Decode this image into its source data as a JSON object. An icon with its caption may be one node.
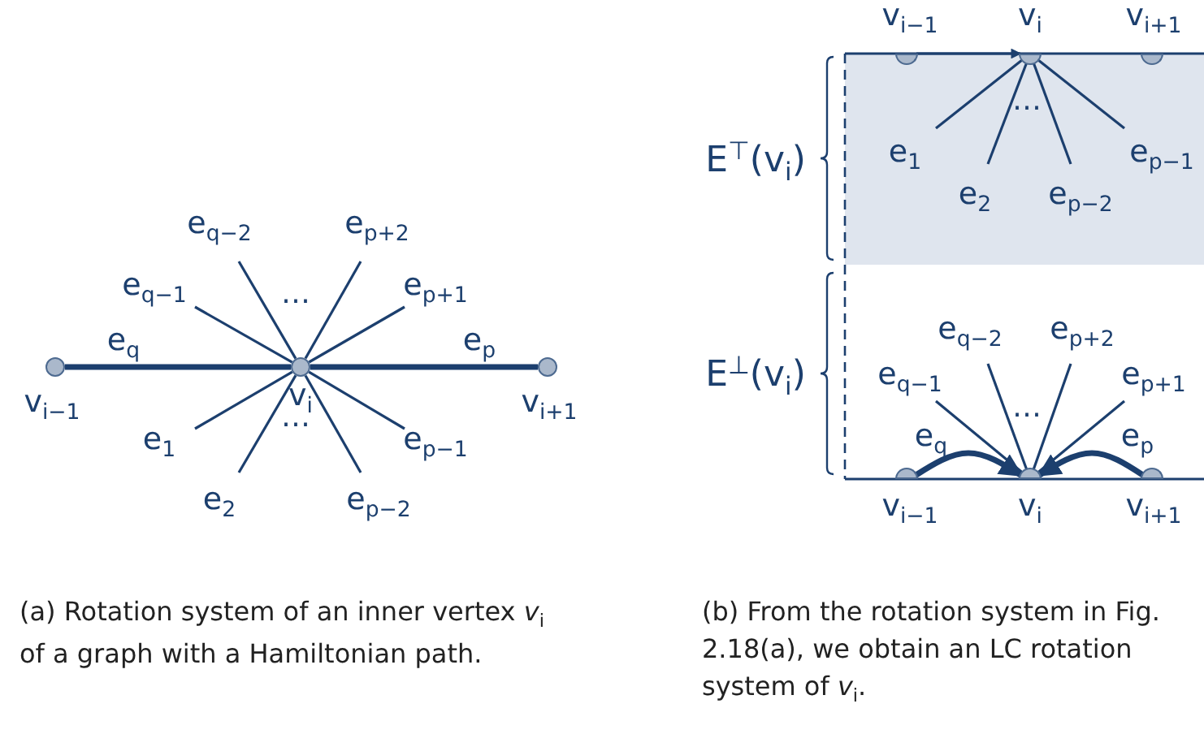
{
  "diagram": {
    "nodes": [
      {
        "text": [],
        "shape": "circle",
        "beside": [
          "v$_{i−1}$"
        ]
      },
      {
        "text": [],
        "shape": "circle",
        "beside": [
          "v$_{i}$"
        ]
      },
      {
        "text": [],
        "shape": "circle",
        "beside": [
          "v$_{i+1}$"
        ]
      },
      {
        "text": [],
        "shape": "circle",
        "beside": [
          "v$_{i−1}$"
        ]
      },
      {
        "text": [],
        "shape": "circle",
        "beside": [
          "v$_{i}$"
        ]
      },
      {
        "text": [],
        "shape": "circle",
        "beside": [
          "v$_{i+1}$"
        ]
      },
      {
        "text": [],
        "shape": "circle",
        "beside": [
          "v$_{i−1}$"
        ]
      },
      {
        "text": [],
        "shape": "circle",
        "beside": [
          "v$_{i}$"
        ]
      },
      {
        "text": [],
        "shape": "circle",
        "beside": [
          "v$_{i+1}$"
        ]
      }
    ],
    "edges": [
      {
        "from": 0,
        "to": 1,
        "arrow": "none",
        "style": "thick",
        "label": "e$_{q}$"
      },
      {
        "from": 1,
        "to": 2,
        "arrow": "none",
        "style": "thick",
        "label": "e$_{p}$"
      },
      {
        "from": 1,
        "to": null,
        "arrow": "none",
        "label": "e$_{q−1}$"
      },
      {
        "from": 1,
        "to": null,
        "arrow": "none",
        "label": "e$_{q−2}$"
      },
      {
        "from": 1,
        "to": null,
        "arrow": "none",
        "label": "e$_{p+2}$"
      },
      {
        "from": 1,
        "to": null,
        "arrow": "none",
        "label": "e$_{p+1}$"
      },
      {
        "from": 1,
        "to": null,
        "arrow": "none",
        "label": "e$_{1}$"
      },
      {
        "from": 1,
        "to": null,
        "arrow": "none",
        "label": "e$_{2}$"
      },
      {
        "from": 1,
        "to": null,
        "arrow": "none",
        "label": "e$_{p−2}$"
      },
      {
        "from": 1,
        "to": null,
        "arrow": "none",
        "label": "e$_{p−1}$"
      },
      {
        "from": 3,
        "to": 4,
        "arrow": "to"
      },
      {
        "from": 4,
        "to": null,
        "arrow": "none",
        "label": "e$_{1}$"
      },
      {
        "from": 4,
        "to": null,
        "arrow": "none",
        "label": "e$_{2}$"
      },
      {
        "from": 4,
        "to": null,
        "arrow": "none",
        "label": "e$_{p−2}$"
      },
      {
        "from": 4,
        "to": null,
        "arrow": "none",
        "label": "e$_{p−1}$"
      },
      {
        "from": 6,
        "to": 7,
        "arrow": "to",
        "style": "thick",
        "label": "e$_{q}$"
      },
      {
        "from": 8,
        "to": 7,
        "arrow": "to",
        "style": "thick",
        "label": "e$_{p}$"
      },
      {
        "from": 7,
        "to": null,
        "arrow": "none",
        "label": "e$_{q−1}$"
      },
      {
        "from": 7,
        "to": null,
        "arrow": "none",
        "label": "e$_{q−2}$"
      },
      {
        "from": 7,
        "to": null,
        "arrow": "none",
        "label": "e$_{p+2}$"
      },
      {
        "from": 7,
        "to": null,
        "arrow": "none",
        "label": "e$_{p+1}$"
      }
    ],
    "labels": [
      "⋯",
      "⋯",
      "E$^{⊤}$(v$_{i}$)",
      "⋯",
      "E$^{⊥}$(v$_{i}$)",
      "⋯",
      "(a) Rotation system of an inner vertex *v*$_{i}$ of a graph with a Hamiltonian path.",
      "(b) From the rotation system in Fig. 2.18(a), we obtain an LC rotation system of *v*$_{i}$."
    ]
  }
}
